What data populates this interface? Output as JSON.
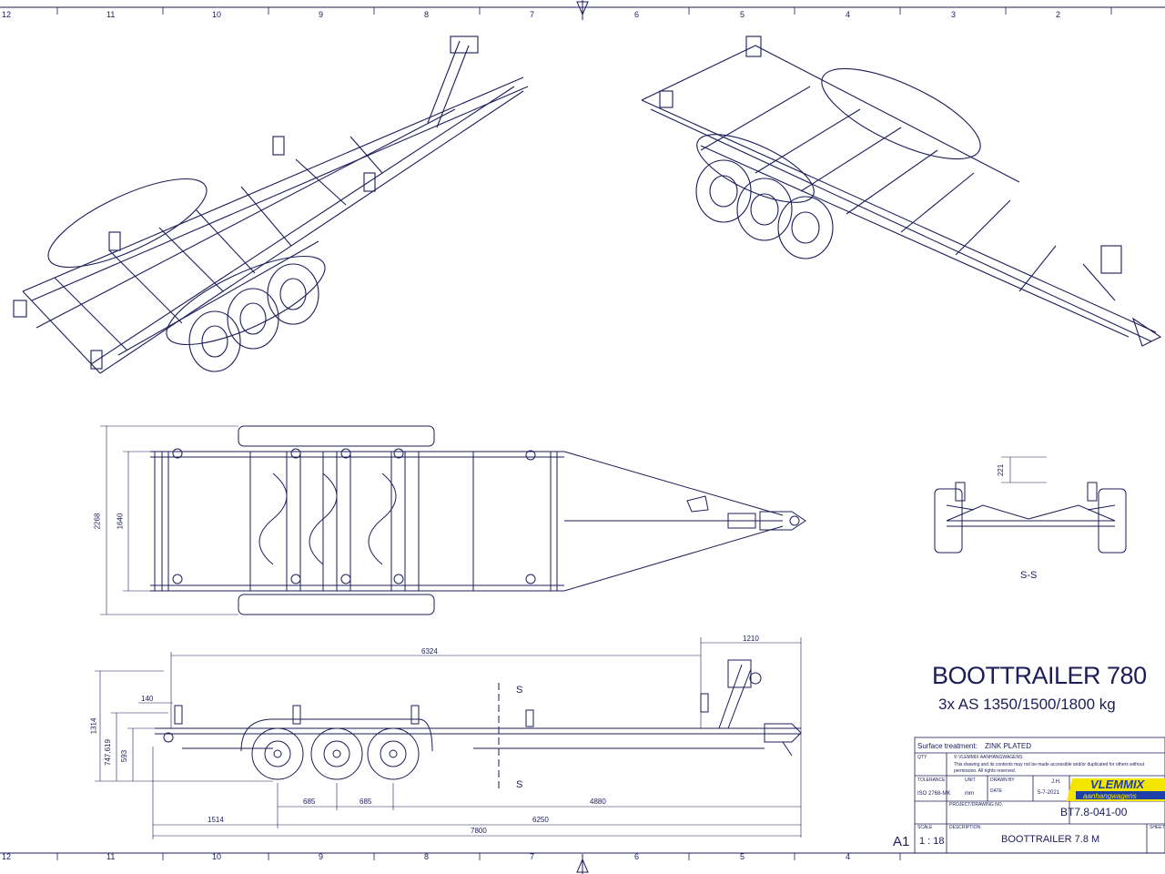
{
  "ruler": {
    "top": [
      "12",
      "11",
      "10",
      "9",
      "8",
      "7",
      "6",
      "5",
      "4",
      "3",
      "2"
    ],
    "bottom": [
      "12",
      "11",
      "10",
      "9",
      "8",
      "7",
      "6",
      "5",
      "4"
    ]
  },
  "title": {
    "main": "BOOTTRAILER 780",
    "sub": "3x AS 1350/1500/1800 kg"
  },
  "section_label": "S-S",
  "section_marker": "S",
  "dimensions": {
    "plan_width_outer": "2268",
    "plan_width_inner": "1640",
    "section_height": "221",
    "side_total_height": "1314",
    "side_frame_height": "747,619",
    "side_wheel_center": "593",
    "side_front_offset": "140",
    "side_length_upper": "6324",
    "side_drawbar": "1210",
    "axle_spacing_1": "685",
    "axle_spacing_2": "685",
    "axle_to_hitch": "4880",
    "rear_to_axle": "1514",
    "axle_to_front": "6250",
    "overall_length": "7800"
  },
  "title_block": {
    "surface_label": "Surface treatment:",
    "surface_value": "ZINK PLATED",
    "qty_label": "QTY",
    "copyright_line": "© VLEMMIX AANHANGWAGENS",
    "copyright_text1": "This drawing and its contents may not be made accessible and/or duplicated for others without",
    "copyright_text2": "permission. All rights reserved.",
    "tolerance_label": "TOLERANCE",
    "tolerance_value": "ISO 2768-MK",
    "unit_label": "UNIT",
    "unit_value": "mm",
    "drawn_label": "DRAWN BY",
    "drawn_value": "J.H.",
    "date_label": "DATE",
    "date_value": "5-7-2021",
    "project_label": "PROJECT/DRAWING NO.",
    "drawing_no": "BT7.8-041-00",
    "scale_label": "SCALE",
    "scale_value": "1 : 18",
    "desc_label": "DESCRIPTION",
    "desc_value": "BOOTTRAILER 7.8 M",
    "sheet_size": "A1",
    "sheet_label": "SHEET",
    "logo_line1": "VLEMMIX",
    "logo_line2": "aanhangwagens"
  },
  "colors": {
    "line": "#1c1c5a",
    "logo_yellow": "#f4e600",
    "logo_blue": "#1f3fa8"
  }
}
